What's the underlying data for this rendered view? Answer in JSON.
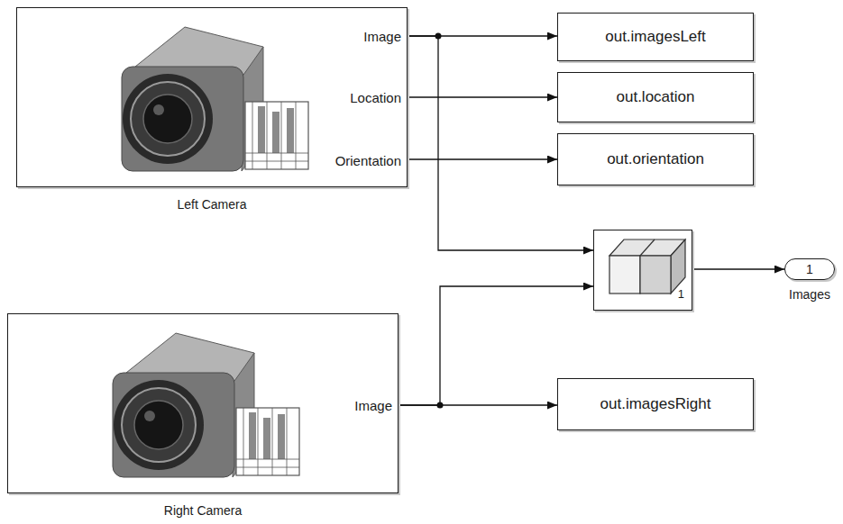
{
  "diagram": {
    "nodes": [
      {
        "text": [
          "Image",
          "Location",
          "Orientation",
          "Left Camera"
        ]
      },
      {
        "text": [
          "out.imagesLeft"
        ]
      },
      {
        "text": [
          "out.location"
        ]
      },
      {
        "text": [
          "out.orientation"
        ]
      },
      {
        "text": [
          "1"
        ]
      },
      {
        "text": [
          "1",
          "Images"
        ]
      },
      {
        "text": [
          "Image",
          "Right Camera"
        ]
      },
      {
        "text": [
          "out.imagesRight"
        ]
      }
    ],
    "edges": [
      {
        "from": 0,
        "to": 1,
        "arrow": "to"
      },
      {
        "from": 0,
        "to": 2,
        "arrow": "to"
      },
      {
        "from": 0,
        "to": 3,
        "arrow": "to"
      },
      {
        "from": 0,
        "to": 4,
        "arrow": "to"
      },
      {
        "from": 6,
        "to": 4,
        "arrow": "to"
      },
      {
        "from": 4,
        "to": 5,
        "arrow": "to"
      },
      {
        "from": 6,
        "to": 7,
        "arrow": "to"
      }
    ]
  }
}
